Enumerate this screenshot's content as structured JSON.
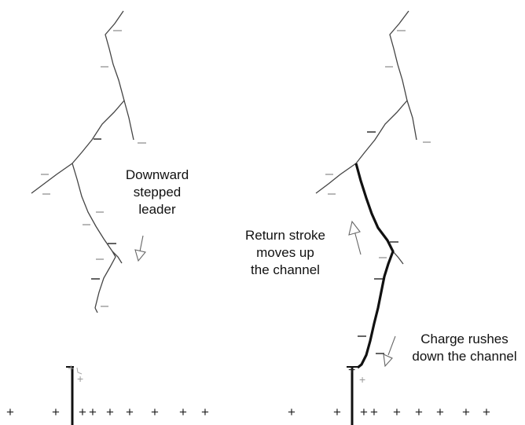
{
  "labels": {
    "left_leader": [
      "Downward",
      "stepped",
      "leader"
    ],
    "return_stroke": [
      "Return stroke",
      "moves up",
      "the channel"
    ],
    "charge_rushes": [
      "Charge rushes",
      "down the channel"
    ]
  },
  "symbols": {
    "negative": "−",
    "positive": "+"
  },
  "colors": {
    "channel": "#333333",
    "return_stroke": "#111111",
    "arrow": "#666666",
    "charge": "#222222",
    "faint_charge": "#999999"
  }
}
